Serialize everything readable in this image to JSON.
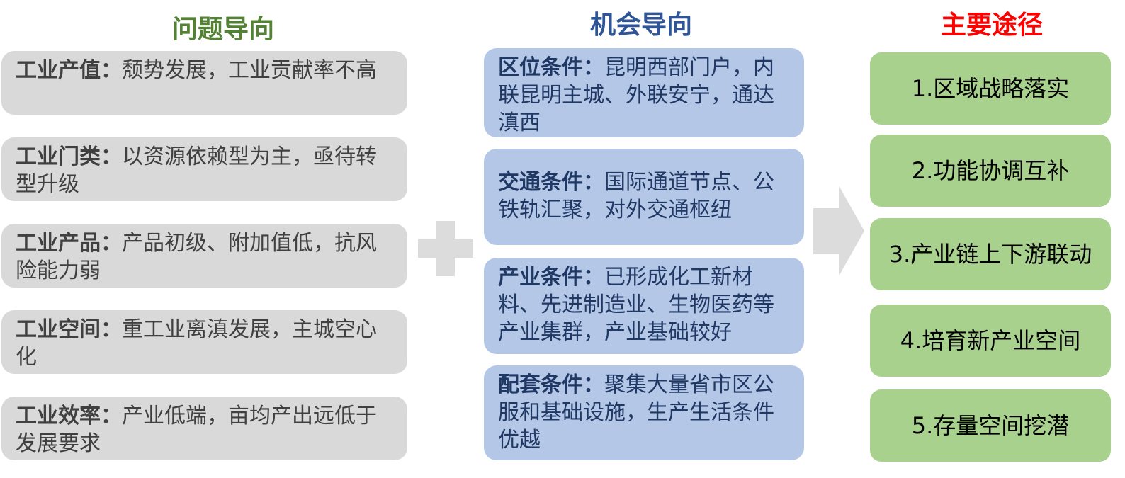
{
  "columns": {
    "left": {
      "title": "问题导向",
      "color": "#548235"
    },
    "mid": {
      "title": "机会导向",
      "color": "#2f5597"
    },
    "right": {
      "title": "主要途径",
      "color": "#ff0000"
    }
  },
  "problems": [
    {
      "label": "工业产值：",
      "text": "颓势发展，工业贡献率不高"
    },
    {
      "label": "工业门类：",
      "text": "以资源依赖型为主，亟待转型升级"
    },
    {
      "label": "工业产品：",
      "text": "产品初级、附加值低，抗风险能力弱"
    },
    {
      "label": "工业空间：",
      "text": "重工业离滇发展，主城空心化"
    },
    {
      "label": "工业效率：",
      "text": "产业低端，亩均产出远低于发展要求"
    }
  ],
  "opportunities": [
    {
      "label": "区位条件：",
      "text": "昆明西部门户，内联昆明主城、外联安宁，通达滇西"
    },
    {
      "label": "交通条件：",
      "text": "国际通道节点、公铁轨汇聚，对外交通枢纽"
    },
    {
      "label": "产业条件：",
      "text": "已形成化工新材料、先进制造业、生物医药等产业集群，产业基础较好"
    },
    {
      "label": "配套条件：",
      "text": "聚集大量省市区公服和基础设施，生产生活条件优越"
    }
  ],
  "paths": [
    "1.区域战略落实",
    "2.功能协调互补",
    "3.产业链上下游联动",
    "4.培育新产业空间",
    "5.存量空间挖潜"
  ],
  "colors": {
    "problem_box": "#d9d9d9",
    "opportunity_box": "#b4c7e7",
    "path_box": "#a9d18e",
    "connector": "#dcdcdc"
  }
}
